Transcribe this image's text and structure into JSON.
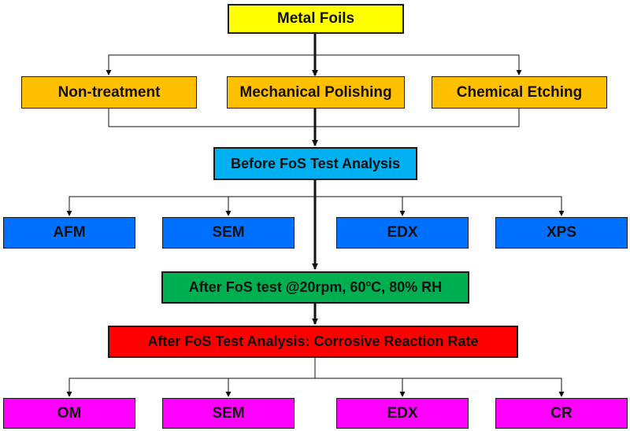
{
  "colors": {
    "yellow": "#FFFF00",
    "orange": "#FFC000",
    "cyan": "#00B0F0",
    "blue": "#0070FF",
    "green": "#00B050",
    "red": "#FF0000",
    "magenta": "#FF00FF"
  },
  "nodes": {
    "metal_foils": "Metal Foils",
    "non_treatment": "Non-treatment",
    "mechanical_polishing": "Mechanical Polishing",
    "chemical_etching": "Chemical Etching",
    "before_analysis": "Before FoS Test Analysis",
    "afm": "AFM",
    "sem_before": "SEM",
    "edx_before": "EDX",
    "xps": "XPS",
    "after_test_prefix": "After FoS test @20rpm, 60",
    "after_test_sup": "o",
    "after_test_suffix": "C, 80% RH",
    "after_analysis": "After FoS Test Analysis: Corrosive Reaction Rate",
    "om": "OM",
    "sem_after": "SEM",
    "edx_after": "EDX",
    "cr": "CR"
  }
}
